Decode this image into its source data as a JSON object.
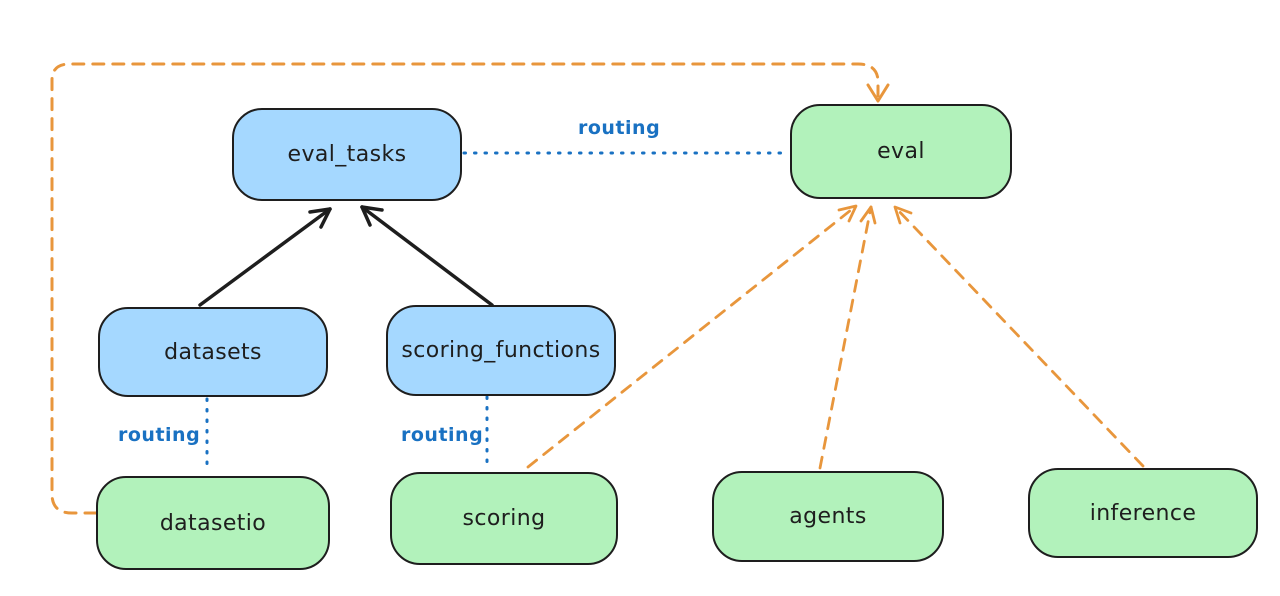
{
  "diagram": {
    "background": "#ffffff",
    "colors": {
      "blue_node_fill": "#a5d8ff",
      "green_node_fill": "#b2f2bb",
      "node_border": "#1e1e1e",
      "black_arrow": "#1e1e1e",
      "routing_blue": "#1971c2",
      "orange_dashed": "#e8963c"
    },
    "nodes": {
      "eval_tasks": {
        "label": "eval_tasks",
        "color": "blue"
      },
      "eval": {
        "label": "eval",
        "color": "green"
      },
      "datasets": {
        "label": "datasets",
        "color": "blue"
      },
      "scoring_functions": {
        "label": "scoring_functions",
        "color": "blue"
      },
      "datasetio": {
        "label": "datasetio",
        "color": "green"
      },
      "scoring": {
        "label": "scoring",
        "color": "green"
      },
      "agents": {
        "label": "agents",
        "color": "green"
      },
      "inference": {
        "label": "inference",
        "color": "green"
      }
    },
    "routing_labels": {
      "eval_tasks_to_eval": "routing",
      "datasets_to_datasetio": "routing",
      "scoring_functions_to_scoring": "routing"
    },
    "edges": [
      {
        "from": "datasets",
        "to": "eval_tasks",
        "style": "solid-black-arrow"
      },
      {
        "from": "scoring_functions",
        "to": "eval_tasks",
        "style": "solid-black-arrow"
      },
      {
        "from": "eval_tasks",
        "to": "eval",
        "style": "dotted-blue-line",
        "label": "routing"
      },
      {
        "from": "datasets",
        "to": "datasetio",
        "style": "dotted-blue-line",
        "label": "routing"
      },
      {
        "from": "scoring_functions",
        "to": "scoring",
        "style": "dotted-blue-line",
        "label": "routing"
      },
      {
        "from": "datasetio",
        "to": "eval",
        "style": "dashed-orange-arrow",
        "route": "around-left-and-top"
      },
      {
        "from": "scoring",
        "to": "eval",
        "style": "dashed-orange-arrow"
      },
      {
        "from": "agents",
        "to": "eval",
        "style": "dashed-orange-arrow"
      },
      {
        "from": "inference",
        "to": "eval",
        "style": "dashed-orange-arrow"
      }
    ]
  }
}
